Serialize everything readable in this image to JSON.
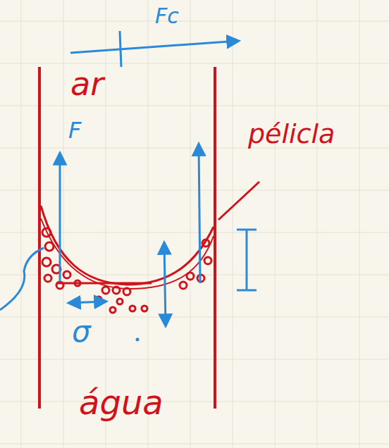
{
  "diagram": {
    "labels": [
      "Fc",
      "ar",
      "F",
      "pélicla",
      "σ",
      "água"
    ]
  }
}
